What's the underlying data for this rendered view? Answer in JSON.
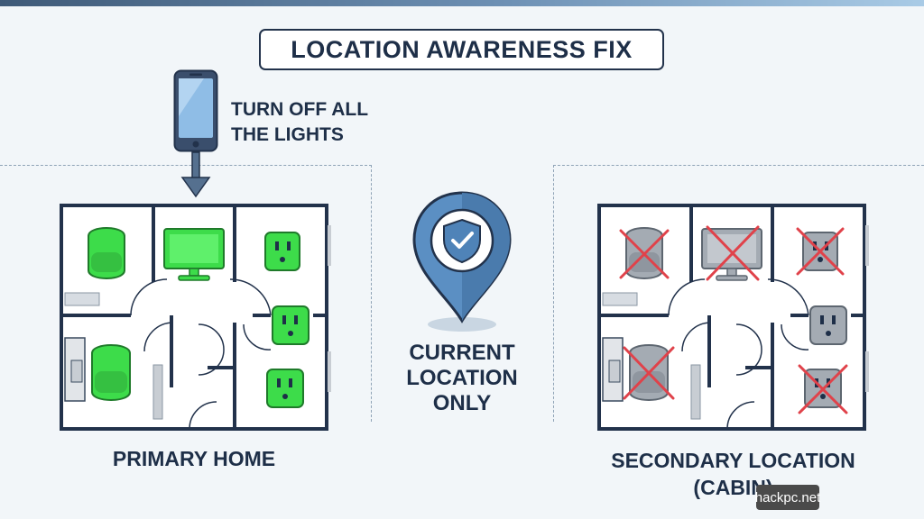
{
  "title": "LOCATION AWARENESS FIX",
  "phone_caption": [
    "TURN OFF ALL",
    "THE LIGHTS"
  ],
  "center_caption": [
    "CURRENT",
    "LOCATION",
    "ONLY"
  ],
  "primary_label": "PRIMARY HOME",
  "secondary_label": [
    "SECONDARY LOCATION",
    "(CABIN)"
  ],
  "watermark": "hackpc.net",
  "colors": {
    "active_device": "#3ddc4a",
    "inactive_device": "#a4abb3",
    "cross": "#e0424a",
    "wall": "#22324b",
    "pin": "#5b8fc3"
  },
  "primary_devices": [
    "speaker-icon",
    "monitor-icon",
    "outlet-icon",
    "outlet-icon",
    "speaker-icon",
    "outlet-icon"
  ],
  "secondary_devices": [
    "speaker-icon",
    "monitor-icon",
    "outlet-icon",
    "outlet-icon",
    "speaker-icon",
    "outlet-icon"
  ]
}
